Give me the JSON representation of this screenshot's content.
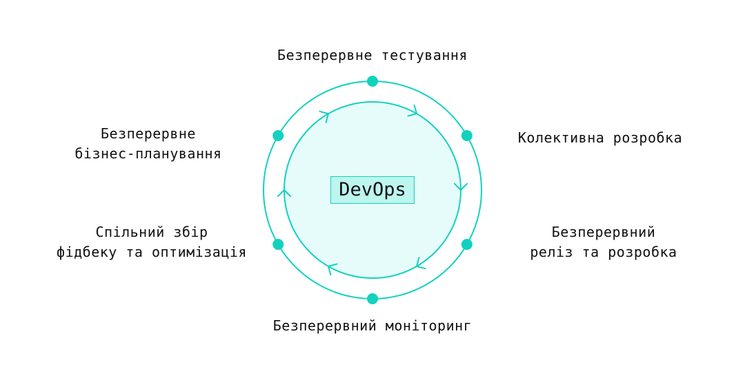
{
  "center": {
    "label": "DevOps"
  },
  "stages": {
    "top": {
      "lines": [
        "Безперервне тестування"
      ]
    },
    "right": {
      "lines": [
        "Колективна розробка"
      ]
    },
    "bottom_right": {
      "lines": [
        "Безперервний",
        "реліз та розробка"
      ]
    },
    "bottom": {
      "lines": [
        "Безперервний моніторинг"
      ]
    },
    "bottom_left": {
      "lines": [
        "Спільний збір",
        "фідбеку та оптимізація"
      ]
    },
    "left": {
      "lines": [
        "Безперервне",
        "бізнес-планування"
      ]
    }
  },
  "colors": {
    "accent": "#12d1bf",
    "center_fill": "#e6fcfa",
    "center_box_fill": "#bdf5ef",
    "text": "#111111"
  },
  "icons": {
    "stage_marker": "filled-circle-dot",
    "flow_arrow": "chevron-arrow"
  }
}
